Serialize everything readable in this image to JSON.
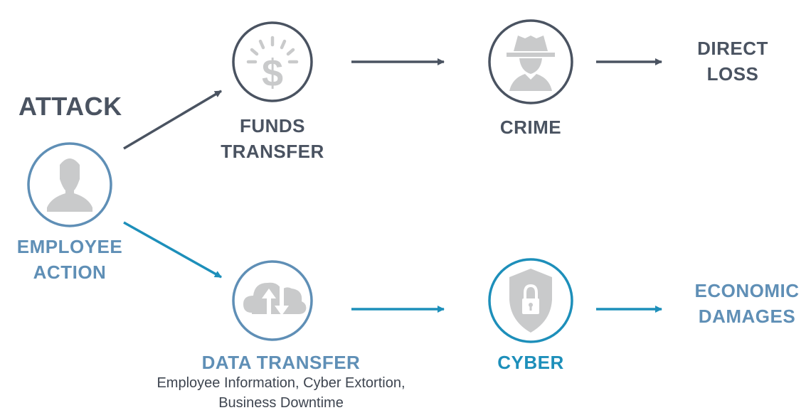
{
  "title": "ATTACK",
  "nodes": {
    "employee": {
      "line1": "EMPLOYEE",
      "line2": "ACTION"
    },
    "funds": {
      "line1": "FUNDS",
      "line2": "TRANSFER"
    },
    "crime": {
      "label": "CRIME"
    },
    "direct_loss": {
      "line1": "DIRECT",
      "line2": "LOSS"
    },
    "data": {
      "label": "DATA TRANSFER",
      "detail_line1": "Employee Information, Cyber Extortion,",
      "detail_line2": "Business Downtime"
    },
    "cyber": {
      "label": "CYBER"
    },
    "economic": {
      "line1": "ECONOMIC",
      "line2": "DAMAGES"
    }
  },
  "icons": {
    "employee": "person-icon",
    "funds": "dollar-icon",
    "crime": "spy-icon",
    "data": "cloud-transfer-icon",
    "cyber": "shield-lock-icon"
  },
  "colors": {
    "dark": "#4a5361",
    "slate": "#5f8fb6",
    "teal": "#1d8fba",
    "icon_gray": "#c9cacb"
  }
}
